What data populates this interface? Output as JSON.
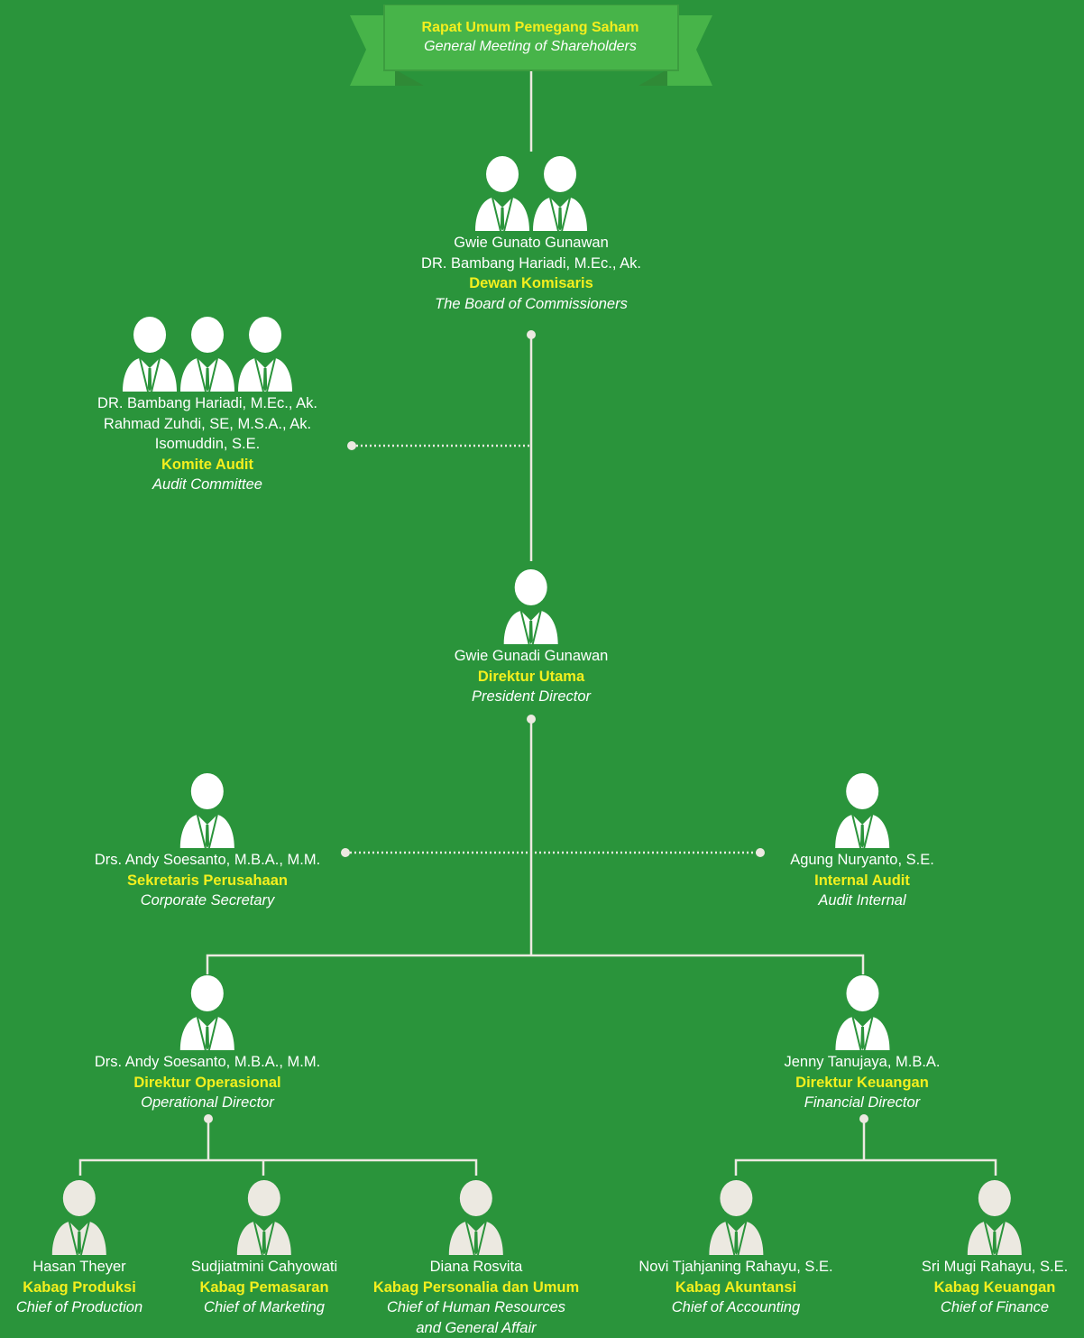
{
  "banner": {
    "title": "Rapat Umum Pemegang Saham",
    "subtitle": "General Meeting of Shareholders"
  },
  "colors": {
    "background": "#2a943b",
    "banner": "#47b449",
    "banner_dark": "#3a9f3f",
    "title_yellow": "#f3ef1e",
    "connector": "#ece9e1",
    "person_white": "#ffffff",
    "person_beige": "#ece9e1"
  },
  "icons": {
    "person": "person-with-tie-icon"
  },
  "commissioners": {
    "names": [
      "Gwie Gunato Gunawan",
      "DR. Bambang Hariadi, M.Ec., Ak."
    ],
    "title": "Dewan Komisaris",
    "title_en": "The Board of Commissioners"
  },
  "audit_committee": {
    "names": [
      "DR. Bambang Hariadi, M.Ec., Ak.",
      "Rahmad Zuhdi, SE, M.S.A., Ak.",
      "Isomuddin, S.E."
    ],
    "title": "Komite Audit",
    "title_en": "Audit Committee"
  },
  "president_director": {
    "name": "Gwie Gunadi Gunawan",
    "title": "Direktur Utama",
    "title_en": "President Director"
  },
  "corporate_secretary": {
    "name": "Drs. Andy Soesanto, M.B.A., M.M.",
    "title": "Sekretaris Perusahaan",
    "title_en": "Corporate Secretary"
  },
  "internal_audit": {
    "name": "Agung Nuryanto, S.E.",
    "title": "Internal Audit",
    "title_en": "Audit Internal"
  },
  "operational_director": {
    "name": "Drs. Andy Soesanto, M.B.A., M.M.",
    "title": "Direktur Operasional",
    "title_en": "Operational Director"
  },
  "financial_director": {
    "name": "Jenny Tanujaya, M.B.A.",
    "title": "Direktur Keuangan",
    "title_en": "Financial Director"
  },
  "chief_production": {
    "name": "Hasan Theyer",
    "title": "Kabag Produksi",
    "title_en": "Chief of Production"
  },
  "chief_marketing": {
    "name": "Sudjiatmini Cahyowati",
    "title": "Kabag Pemasaran",
    "title_en": "Chief of Marketing"
  },
  "chief_hr": {
    "name": "Diana Rosvita",
    "title": "Kabag Personalia dan Umum",
    "title_en": "Chief of Human Resources",
    "title_en_2": "and General Affair"
  },
  "chief_accounting": {
    "name": "Novi Tjahjaning Rahayu, S.E.",
    "title": "Kabag Akuntansi",
    "title_en": "Chief of Accounting"
  },
  "chief_finance": {
    "name": "Sri Mugi Rahayu, S.E.",
    "title": "Kabag Keuangan",
    "title_en": "Chief of Finance"
  }
}
